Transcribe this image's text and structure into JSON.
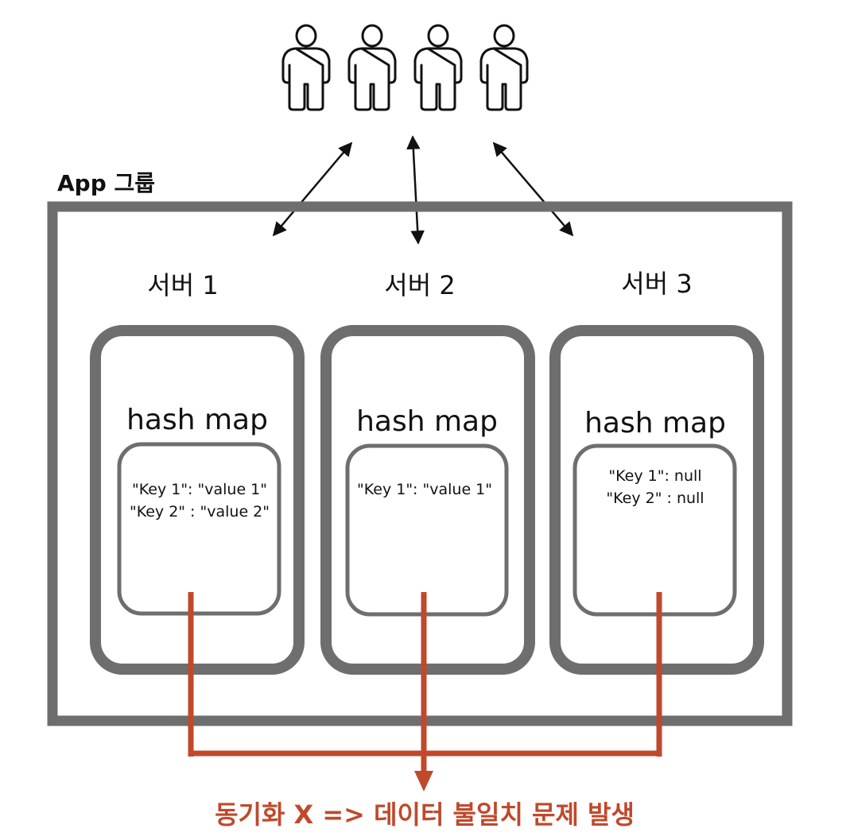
{
  "group_label": "App 그룹",
  "servers": [
    {
      "title": "서버 1",
      "map_title": "hash map",
      "entries": [
        "\"Key 1\": \"value 1\"",
        "\"Key 2\" : \"value 2\""
      ]
    },
    {
      "title": "서버 2",
      "map_title": "hash map",
      "entries": [
        "\"Key 1\": \"value 1\""
      ]
    },
    {
      "title": "서버 3",
      "map_title": "hash map",
      "entries": [
        "\"Key 1\": null",
        "\"Key 2\" : null"
      ]
    }
  ],
  "users": {
    "count": 4,
    "icon": "person-icon"
  },
  "conclusion": "동기화 X => 데이터 불일치 문제 발생",
  "colors": {
    "box": "#6e6e6e",
    "line": "#c0492b",
    "text": "#111111"
  }
}
